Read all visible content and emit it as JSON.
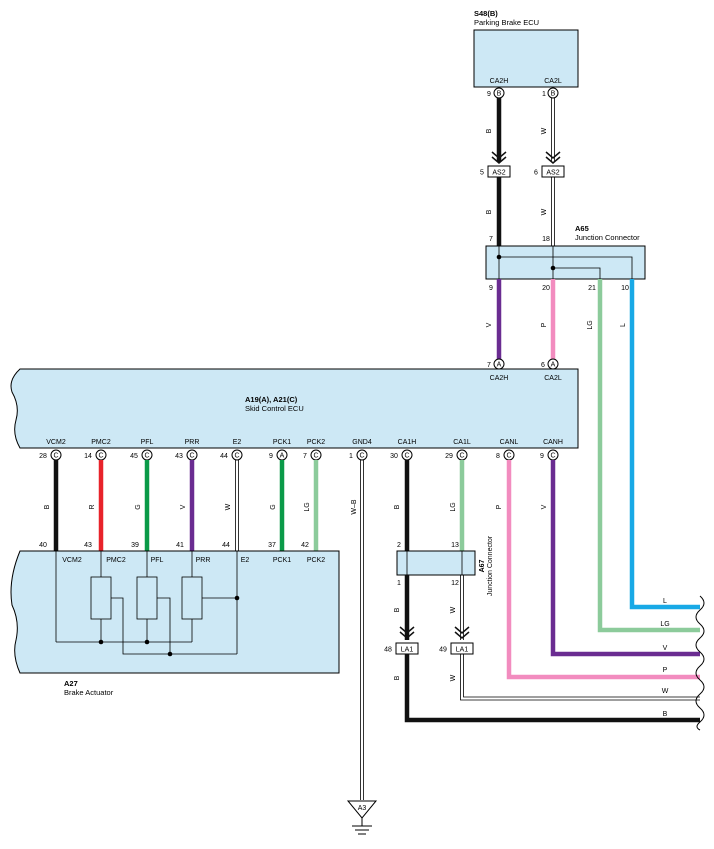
{
  "colors": {
    "B": "#111111",
    "W": "#ffffff",
    "R": "#e8232a",
    "G": "#0a9a48",
    "V": "#6a2c91",
    "LG": "#8ccb9b",
    "P": "#f28cbf",
    "L": "#18a9e6",
    "box": "#cde8f5"
  },
  "parking_ecu": {
    "code": "S48(B)",
    "name": "Parking Brake ECU",
    "pins": [
      {
        "label": "CA2H",
        "num": "9",
        "conn": "B"
      },
      {
        "label": "CA2L",
        "num": "1",
        "conn": "B"
      }
    ]
  },
  "as2": {
    "label": "AS2",
    "pins": [
      "5",
      "6"
    ]
  },
  "a65": {
    "code": "A65",
    "name": "Junction Connector",
    "top_pins": [
      "7",
      "18"
    ],
    "bottom_pins": [
      "9",
      "20",
      "21",
      "10"
    ]
  },
  "skid_ecu": {
    "code": "A19(A), A21(C)",
    "name": "Skid Control ECU",
    "top_pins": [
      {
        "label": "CA2H",
        "num": "7",
        "conn": "A"
      },
      {
        "label": "CA2L",
        "num": "6",
        "conn": "A"
      }
    ],
    "bottom_pins": [
      {
        "label": "VCM2",
        "num": "28",
        "conn": "C"
      },
      {
        "label": "PMC2",
        "num": "14",
        "conn": "C"
      },
      {
        "label": "PFL",
        "num": "45",
        "conn": "C"
      },
      {
        "label": "PRR",
        "num": "43",
        "conn": "C"
      },
      {
        "label": "E2",
        "num": "44",
        "conn": "C"
      },
      {
        "label": "PCK1",
        "num": "9",
        "conn": "A"
      },
      {
        "label": "PCK2",
        "num": "7",
        "conn": "C"
      },
      {
        "label": "GND4",
        "num": "1",
        "conn": "C"
      },
      {
        "label": "CA1H",
        "num": "30",
        "conn": "C"
      },
      {
        "label": "CA1L",
        "num": "29",
        "conn": "C"
      },
      {
        "label": "CANL",
        "num": "8",
        "conn": "C"
      },
      {
        "label": "CANH",
        "num": "9",
        "conn": "C"
      }
    ]
  },
  "wire_colors": {
    "parking_h": "B",
    "parking_l": "W",
    "a65_9": "V",
    "a65_20": "P",
    "a65_21": "LG",
    "a65_10": "L",
    "actuator": [
      "B",
      "R",
      "G",
      "V",
      "W",
      "G",
      "LG"
    ],
    "gnd": "W–B",
    "ca1h": "B",
    "ca1l": "LG",
    "canl": "P",
    "canh": "V",
    "la1_48": "B",
    "la1_49": "W"
  },
  "brake_actuator": {
    "code": "A27",
    "name": "Brake Actuator",
    "pins": [
      {
        "num": "40",
        "label": "VCM2"
      },
      {
        "num": "43",
        "label": "PMC2"
      },
      {
        "num": "39",
        "label": "PFL"
      },
      {
        "num": "41",
        "label": "PRR"
      },
      {
        "num": "44",
        "label": "E2"
      },
      {
        "num": "37",
        "label": "PCK1"
      },
      {
        "num": "42",
        "label": "PCK2"
      }
    ]
  },
  "a67": {
    "code": "A67",
    "name": "Junction Connector",
    "top_pins": [
      "2",
      "13"
    ],
    "bottom_pins": [
      "1",
      "12"
    ]
  },
  "la1": {
    "label": "LA1",
    "pins": [
      "48",
      "49"
    ]
  },
  "ground": {
    "label": "A3"
  },
  "exit_labels": [
    "L",
    "LG",
    "V",
    "P",
    "W",
    "B"
  ]
}
